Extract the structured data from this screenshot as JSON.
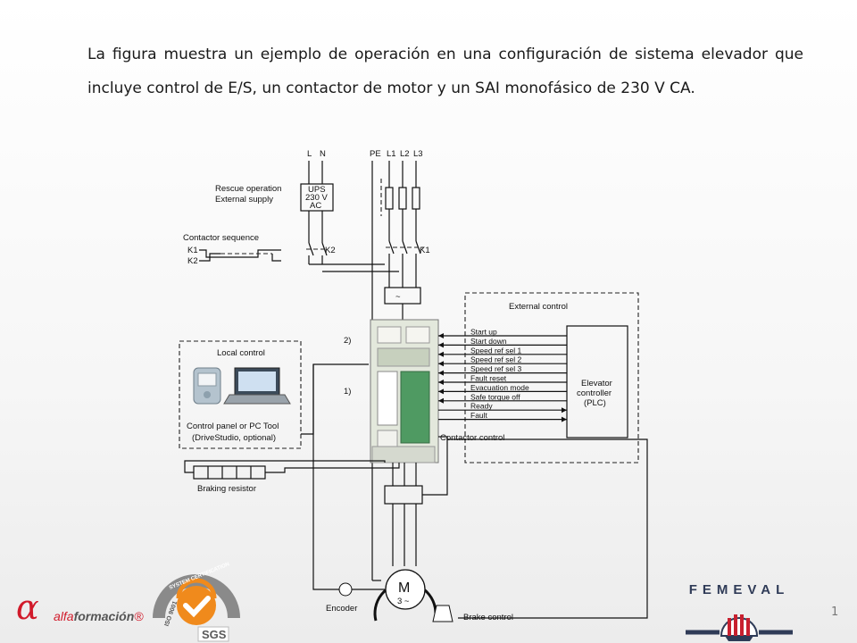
{
  "slide": {
    "intro_text": "La figura muestra un ejemplo de operación en una configuración de sistema elevador que incluye control de E/S, un contactor de motor y un SAI monofásico de 230 V CA.",
    "page_number": "1"
  },
  "diagram": {
    "supply_labels": [
      "L",
      "N",
      "PE",
      "L1",
      "L2",
      "L3"
    ],
    "ups_lines": [
      "UPS",
      "230 V",
      "AC"
    ],
    "rescue_lines": [
      "Rescue operation",
      "External supply"
    ],
    "contactor_sequence": {
      "title": "Contactor sequence",
      "k1": "K1",
      "k2": "K2"
    },
    "contact_labels": {
      "k2": "K2",
      "k1": "K1"
    },
    "local_control": {
      "title": "Local control",
      "caption_lines": [
        "Control panel or PC Tool",
        "(DriveStudio, optional)"
      ]
    },
    "external_control": {
      "title": "External control"
    },
    "marker_2": "2)",
    "marker_1": "1)",
    "signals": [
      "Start up",
      "Start down",
      "Speed ref sel 1",
      "Speed ref sel 2",
      "Speed ref sel 3",
      "Fault reset",
      "Evacuation mode",
      "Safe torque off",
      "Ready",
      "Fault"
    ],
    "contactor_control": "Contactor control",
    "plc_lines": [
      "Elevator",
      "controller",
      "(PLC)"
    ],
    "braking_resistor": "Braking resistor",
    "motor_label": "M",
    "motor_phase": "3 ~",
    "encoder": "Encoder",
    "brake_control": "Brake control"
  },
  "logos": {
    "alfa": {
      "prefix": "alfa",
      "bold": "formación",
      "reg": "®"
    },
    "iso": {
      "top": "SYSTEM CERTIFICATION",
      "side": "ISO 9001",
      "sgs": "SGS"
    },
    "femeval": "FEMEVAL"
  },
  "colors": {
    "alfa_red": "#d11a2a",
    "iso_orange": "#f08a1c",
    "femeval_navy": "#2f3b57",
    "femeval_red": "#c8202f"
  }
}
